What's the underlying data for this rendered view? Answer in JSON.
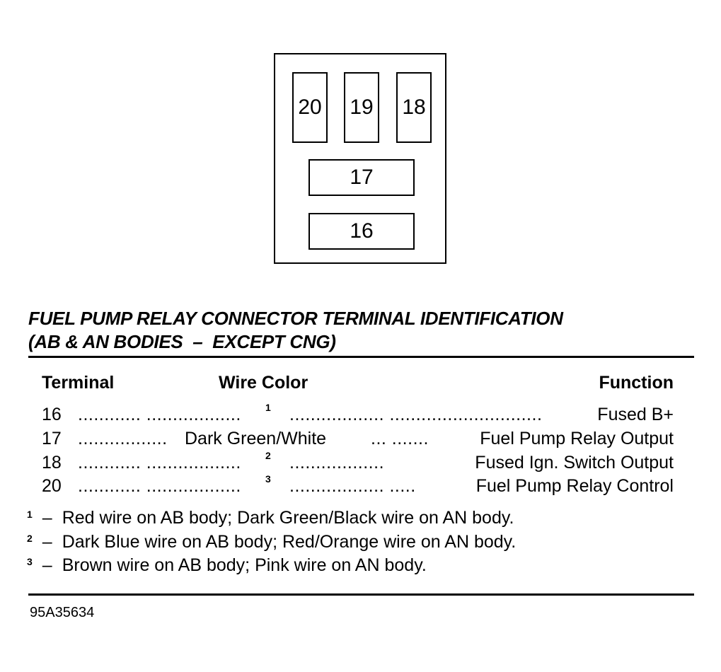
{
  "connector": {
    "pins": [
      "20",
      "19",
      "18",
      "17",
      "16"
    ]
  },
  "title": {
    "line1": "FUEL PUMP RELAY CONNECTOR TERMINAL IDENTIFICATION",
    "line2": "(AB & AN BODIES  –  EXCEPT CNG)"
  },
  "table": {
    "headers": {
      "terminal": "Terminal",
      "wire_color": "Wire Color",
      "function": "Function"
    },
    "rows": [
      {
        "terminal": "16",
        "dots_left": "............ ..................",
        "wire_color": "",
        "note_ref": "1",
        "dots_right": ".................. .............................",
        "function": "Fused B+"
      },
      {
        "terminal": "17",
        "dots_left": ".................",
        "wire_color": "Dark Green/White",
        "note_ref": "",
        "dots_right": "... .......",
        "function": "Fuel Pump Relay Output"
      },
      {
        "terminal": "18",
        "dots_left": "............ ..................",
        "wire_color": "",
        "note_ref": "2",
        "dots_right": "..................",
        "function": "Fused Ign. Switch Output"
      },
      {
        "terminal": "20",
        "dots_left": "............ ..................",
        "wire_color": "",
        "note_ref": "3",
        "dots_right": ".................. .....",
        "function": "Fuel Pump Relay Control"
      }
    ]
  },
  "notes": [
    {
      "ref": "1",
      "text": "Red wire on AB body; Dark Green/Black wire on AN body."
    },
    {
      "ref": "2",
      "text": "Dark Blue wire on AB body; Red/Orange wire on AN body."
    },
    {
      "ref": "3",
      "text": "Brown wire on AB body; Pink wire on AN body."
    }
  ],
  "figure_code": "95A35634"
}
